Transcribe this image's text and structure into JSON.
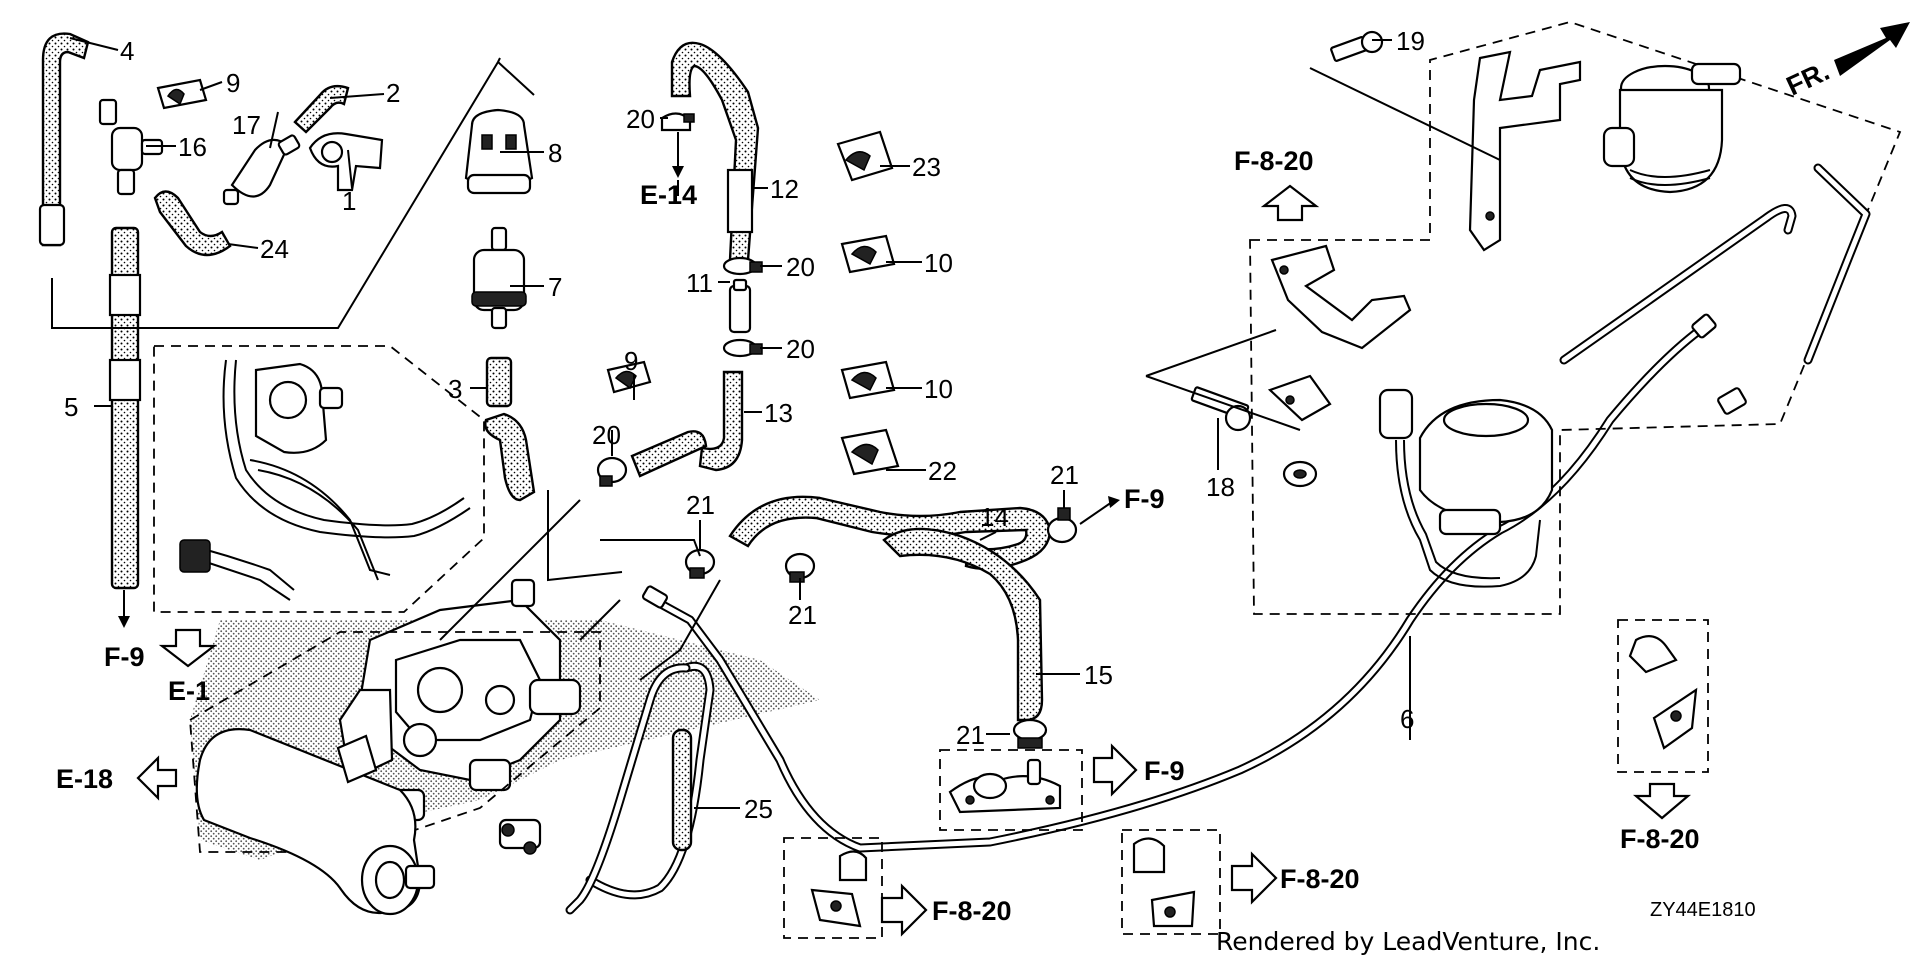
{
  "diagram": {
    "callouts": {
      "p1": "1",
      "p2": "2",
      "p3": "3",
      "p4": "4",
      "p5": "5",
      "p6": "6",
      "p7": "7",
      "p8": "8",
      "p9a": "9",
      "p9b": "9",
      "p10a": "10",
      "p10b": "10",
      "p11": "11",
      "p12": "12",
      "p13": "13",
      "p14": "14",
      "p15": "15",
      "p16": "16",
      "p17": "17",
      "p18": "18",
      "p19": "19",
      "p20a": "20",
      "p20b": "20",
      "p20c": "20",
      "p20d": "20",
      "p21a": "21",
      "p21b": "21",
      "p21c": "21",
      "p21d": "21",
      "p22": "22",
      "p23": "23",
      "p24": "24",
      "p25": "25"
    },
    "references": {
      "f9_left": "F-9",
      "e1": "E-1",
      "e18": "E-18",
      "e14": "E-14",
      "f9_right": "F-9",
      "f9_mid": "F-9",
      "f820_top": "F-8-20",
      "f820_right": "F-8-20",
      "f820_bottom_left": "F-8-20",
      "f820_bottom_mid": "F-8-20"
    },
    "front_indicator": "FR.",
    "diagram_code": "ZY44E1810",
    "credit": "Rendered by LeadVenture, Inc."
  }
}
